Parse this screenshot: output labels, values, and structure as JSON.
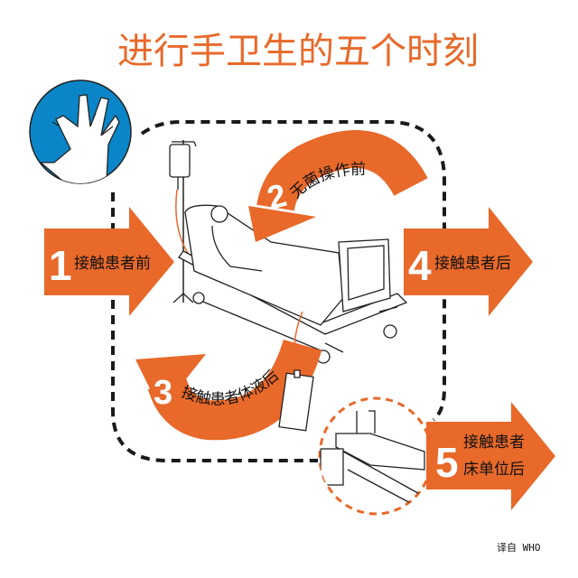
{
  "title": "进行手卫生的五个时刻",
  "colors": {
    "accent": "#e8692a",
    "hand_bg": "#0a86c8",
    "dashed": "#1a1a1a"
  },
  "icons": [
    "hands-icon",
    "iv-bag-icon",
    "hospital-bed-icon",
    "drainage-bag-icon"
  ],
  "moments": [
    {
      "number": "1",
      "label": "接触患者前"
    },
    {
      "number": "2",
      "label": "无菌操作前"
    },
    {
      "number": "3",
      "label": "接触患者体液后"
    },
    {
      "number": "4",
      "label": "接触患者后"
    },
    {
      "number": "5",
      "label_line1": "接触患者",
      "label_line2": "床单位后"
    }
  ],
  "credit": "译自 WHO"
}
